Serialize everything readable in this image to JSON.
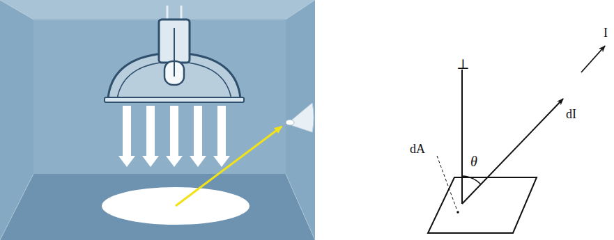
{
  "diagram": {
    "labels": [
      "⊥",
      "θ",
      "dI",
      "I",
      "dA"
    ]
  }
}
